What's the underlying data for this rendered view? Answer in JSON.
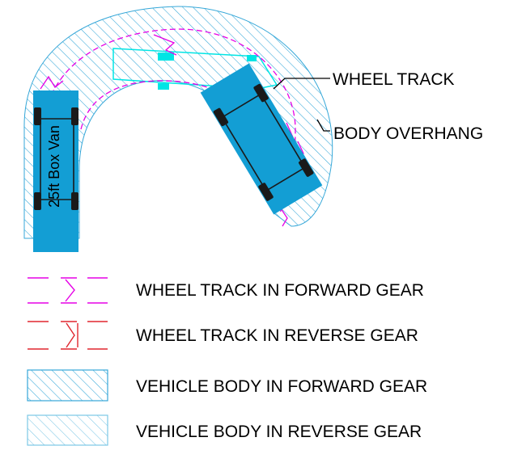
{
  "colors": {
    "vehicle_fill": "#139ed4",
    "wheel": "#1a1a1a",
    "body_hatch": "#35a7d8",
    "forward_track": "#e600e6",
    "reverse_track": "#e0262e",
    "reference_outline": "#00e5e5",
    "callout_line": "#000000",
    "label_text": "#000000"
  },
  "vehicle": {
    "label": "25ft Box Van"
  },
  "callouts": {
    "wheel_track": "WHEEL TRACK",
    "body_overhang": "BODY OVERHANG"
  },
  "legend": {
    "items": [
      {
        "label": "WHEEL TRACK IN FORWARD GEAR",
        "symbol": "forward-track-line-icon"
      },
      {
        "label": "WHEEL TRACK IN REVERSE GEAR",
        "symbol": "reverse-track-line-icon"
      },
      {
        "label": "VEHICLE BODY IN FORWARD GEAR",
        "symbol": "forward-body-hatch-icon"
      },
      {
        "label": "VEHICLE BODY IN REVERSE GEAR",
        "symbol": "reverse-body-hatch-icon"
      }
    ]
  }
}
